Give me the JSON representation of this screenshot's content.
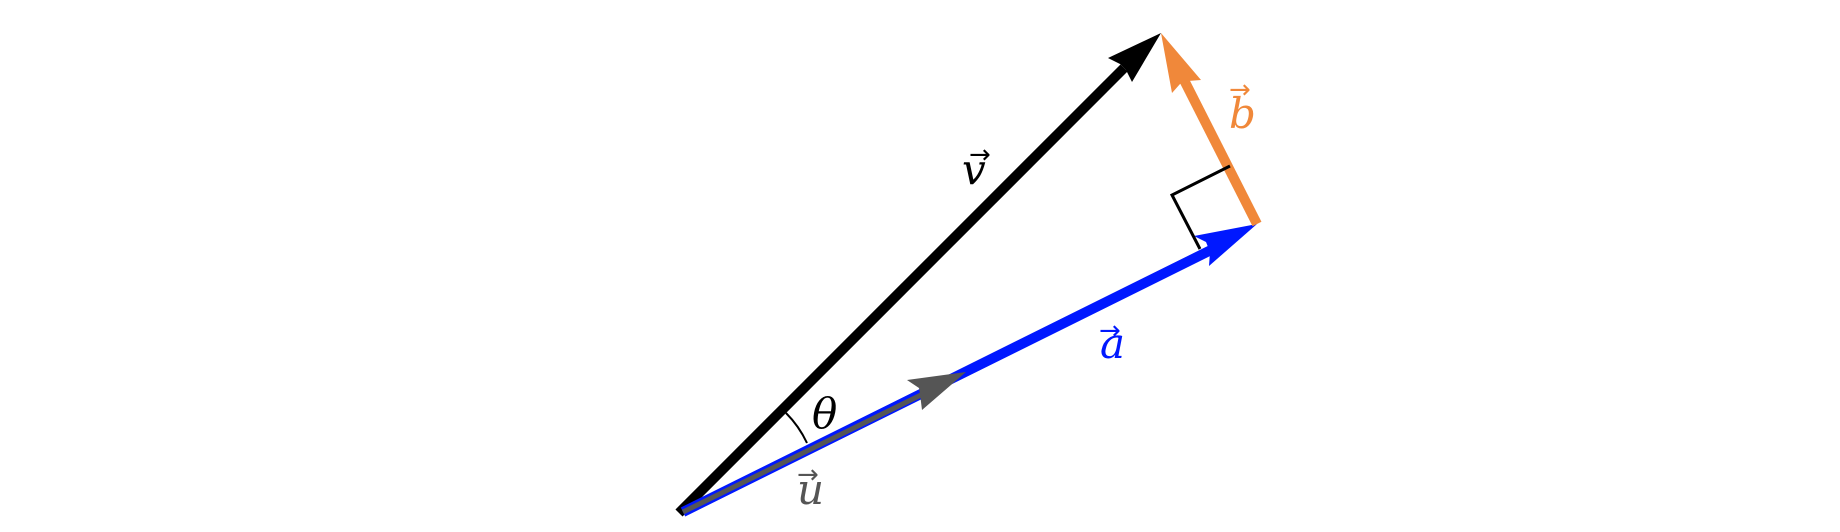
{
  "diagram": {
    "colors": {
      "v": "#000000",
      "a": "#0018ff",
      "b": "#f0883a",
      "u": "#555555",
      "marks": "#000000"
    },
    "vectors": [
      {
        "id": "v",
        "label": "v"
      },
      {
        "id": "a",
        "label": "a"
      },
      {
        "id": "b",
        "label": "b"
      },
      {
        "id": "u",
        "label": "u"
      }
    ],
    "angle": {
      "label": "θ"
    },
    "right_angle": {
      "shown": true
    }
  }
}
